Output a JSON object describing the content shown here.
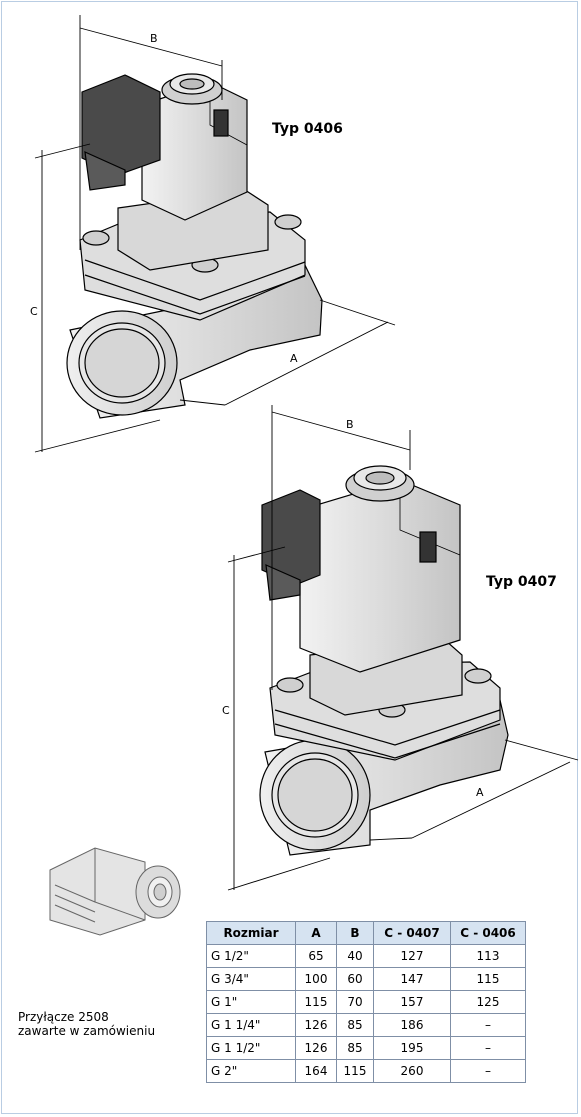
{
  "labels": {
    "typ_0406": "Typ  0406",
    "typ_0407": "Typ  0407",
    "dim_a": "A",
    "dim_b": "B",
    "dim_c": "C"
  },
  "connector_caption": [
    "Przyłącze 2508",
    "zawarte w zamówieniu"
  ],
  "table": {
    "headers": [
      "Rozmiar",
      "A",
      "B",
      "C - 0407",
      "C - 0406"
    ],
    "rows": [
      [
        "G 1/2\"",
        "65",
        "40",
        "127",
        "113"
      ],
      [
        "G 3/4\"",
        "100",
        "60",
        "147",
        "115"
      ],
      [
        "G 1\"",
        "115",
        "70",
        "157",
        "125"
      ],
      [
        "G 1 1/4\"",
        "126",
        "85",
        "186",
        "–"
      ],
      [
        "G 1 1/2\"",
        "126",
        "85",
        "195",
        "–"
      ],
      [
        "G 2\"",
        "164",
        "115",
        "260",
        "–"
      ]
    ]
  },
  "colors": {
    "border": "#b9cde3",
    "header_bg": "#d6e3f1",
    "grid": "#7f8fa6",
    "body": "#e2e2e2"
  }
}
